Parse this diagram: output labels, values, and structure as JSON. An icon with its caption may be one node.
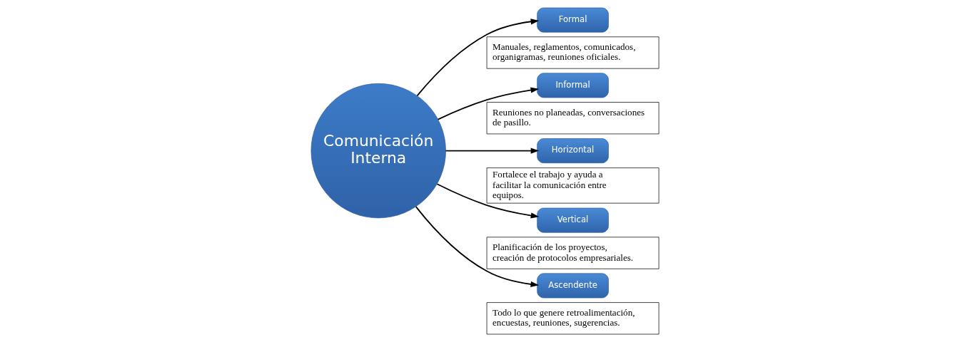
{
  "diagram": {
    "nodes": [
      {
        "text": [
          "Comunicación Interna"
        ]
      },
      {
        "text": [
          "Formal"
        ]
      },
      {
        "text": [
          "Informal"
        ]
      },
      {
        "text": [
          "Horizontal"
        ]
      },
      {
        "text": [
          "Vertical"
        ]
      },
      {
        "text": [
          "Ascendente"
        ]
      },
      {
        "text": [
          "Manuales, reglamentos, comunicados, organigramas, reuniones oficiales."
        ]
      },
      {
        "text": [
          "Reuniones no planeadas, conversaciones de pasillo."
        ]
      },
      {
        "text": [
          "Fortalece el trabajo y ayuda a facilitar la comunicación entre equipos."
        ]
      },
      {
        "text": [
          "Planificación de los proyectos, creación de protocolos empresariales."
        ]
      },
      {
        "text": [
          "Todo lo que genere retroalimentación, encuestas, reuniones, sugerencias."
        ]
      }
    ],
    "edges": [
      {
        "from": 0,
        "to": 1,
        "arrow": "to"
      },
      {
        "from": 0,
        "to": 2,
        "arrow": "to"
      },
      {
        "from": 0,
        "to": 3,
        "arrow": "to"
      },
      {
        "from": 0,
        "to": 4,
        "arrow": "to"
      },
      {
        "from": 0,
        "to": 5,
        "arrow": "to"
      }
    ]
  }
}
